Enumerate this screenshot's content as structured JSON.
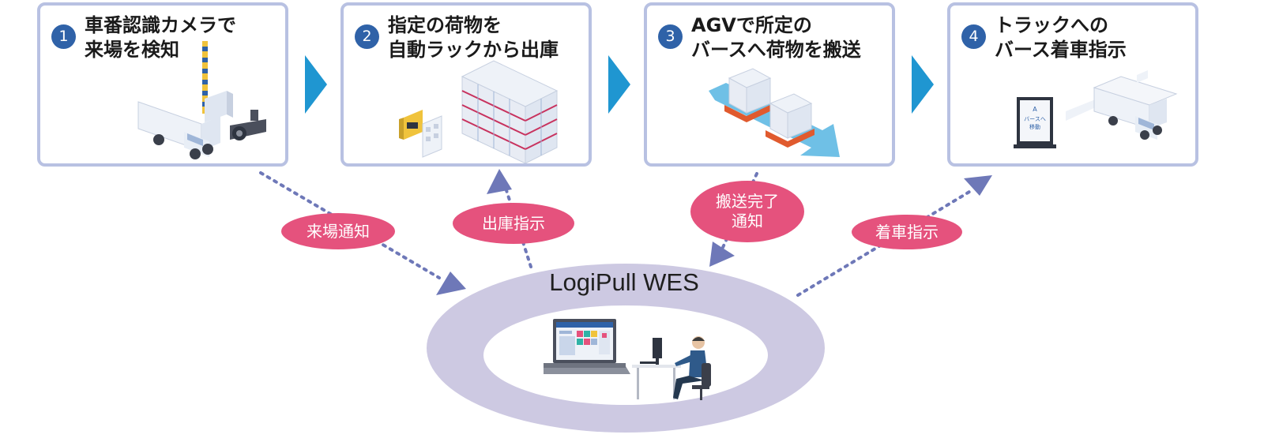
{
  "steps": [
    {
      "number": "1",
      "title_line1": "車番認識カメラで",
      "title_line2": "来場を検知",
      "icon": "truck-camera-icon"
    },
    {
      "number": "2",
      "title_line1": "指定の荷物を",
      "title_line2": "自動ラックから出庫",
      "icon": "automated-rack-icon"
    },
    {
      "number": "3",
      "title_line1": "AGVで所定の",
      "title_line2": "バースへ荷物を搬送",
      "icon": "agv-transport-icon"
    },
    {
      "number": "4",
      "title_line1": "トラックへの",
      "title_line2": "バース着車指示",
      "icon": "signage-truck-icon"
    }
  ],
  "notifications": {
    "arrival": "来場通知",
    "retrieval": "出庫指示",
    "transport_done": "搬送完了\n通知",
    "docking": "着車指示"
  },
  "system": {
    "name": "LogiPull WES"
  },
  "signage": {
    "bay": "A",
    "line1": "バースへ",
    "line2": "移動"
  },
  "colors": {
    "box_border": "#b8c1e2",
    "number_circle": "#2f62a8",
    "chevron": "#1f96d1",
    "pill": "#e5527d",
    "arrow": "#6e78b8",
    "ellipse": "#cdc9e2"
  }
}
